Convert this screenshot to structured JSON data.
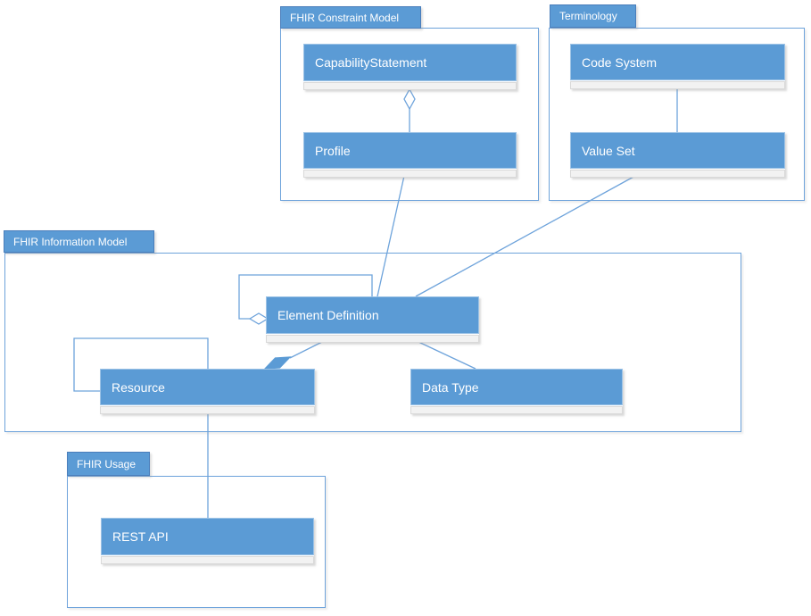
{
  "packages": {
    "constraint": {
      "label": "FHIR Constraint Model"
    },
    "terminology": {
      "label": "Terminology"
    },
    "information": {
      "label": "FHIR Information Model"
    },
    "usage": {
      "label": "FHIR Usage"
    }
  },
  "classes": {
    "capability_statement": {
      "label": "CapabilityStatement"
    },
    "profile": {
      "label": "Profile"
    },
    "code_system": {
      "label": "Code System"
    },
    "value_set": {
      "label": "Value Set"
    },
    "element_definition": {
      "label": "Element Definition"
    },
    "resource": {
      "label": "Resource"
    },
    "data_type": {
      "label": "Data Type"
    },
    "rest_api": {
      "label": "REST API"
    }
  },
  "relationships": [
    {
      "from": "CapabilityStatement",
      "to": "Profile",
      "type": "aggregation"
    },
    {
      "from": "Code System",
      "to": "Value Set",
      "type": "association"
    },
    {
      "from": "Profile",
      "to": "Element Definition",
      "type": "association"
    },
    {
      "from": "Value Set",
      "to": "Element Definition",
      "type": "association"
    },
    {
      "from": "Element Definition",
      "to": "Element Definition",
      "type": "self-aggregation"
    },
    {
      "from": "Resource",
      "to": "Element Definition",
      "type": "composition"
    },
    {
      "from": "Element Definition",
      "to": "Data Type",
      "type": "association"
    },
    {
      "from": "Resource",
      "to": "Resource",
      "type": "self-association"
    },
    {
      "from": "Resource",
      "to": "REST API",
      "type": "association"
    }
  ],
  "colors": {
    "shape_fill": "#5b9bd5",
    "shape_border": "#9dc3e6",
    "tab_border": "#4a7ebb",
    "strip_fill": "#f2f2f2",
    "strip_border": "#d9d9d9",
    "package_border": "#6ea3db",
    "connector": "#6ea3db",
    "text": "#ffffff"
  }
}
